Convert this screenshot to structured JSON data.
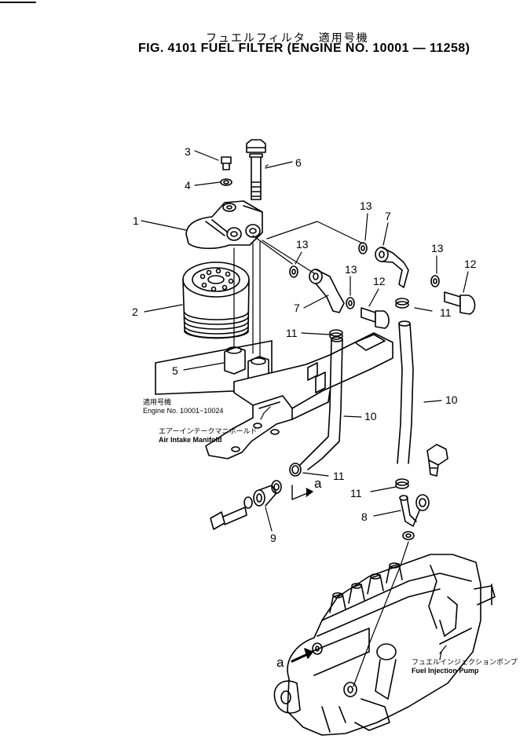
{
  "title": {
    "japanese": "フュエルフィルタ　適用号機",
    "english": "FIG. 4101  FUEL FILTER (ENGINE NO. 10001 — 11258)"
  },
  "callouts": [
    "1",
    "2",
    "3",
    "4",
    "5",
    "6",
    "7",
    "7",
    "8",
    "9",
    "10",
    "10",
    "11",
    "11",
    "11",
    "11",
    "12",
    "12",
    "13",
    "13",
    "13",
    "13",
    "a",
    "a"
  ],
  "notes": {
    "engine_jp": "適用号機",
    "engine_en": "Engine No. 10001~10024",
    "manifold_jp": "エアーインテークマニホールド",
    "manifold_en": "Air Intake Manifold",
    "pump_jp": "フュエルインジェクションポンプ",
    "pump_en": "Fuel Injection Pump"
  }
}
